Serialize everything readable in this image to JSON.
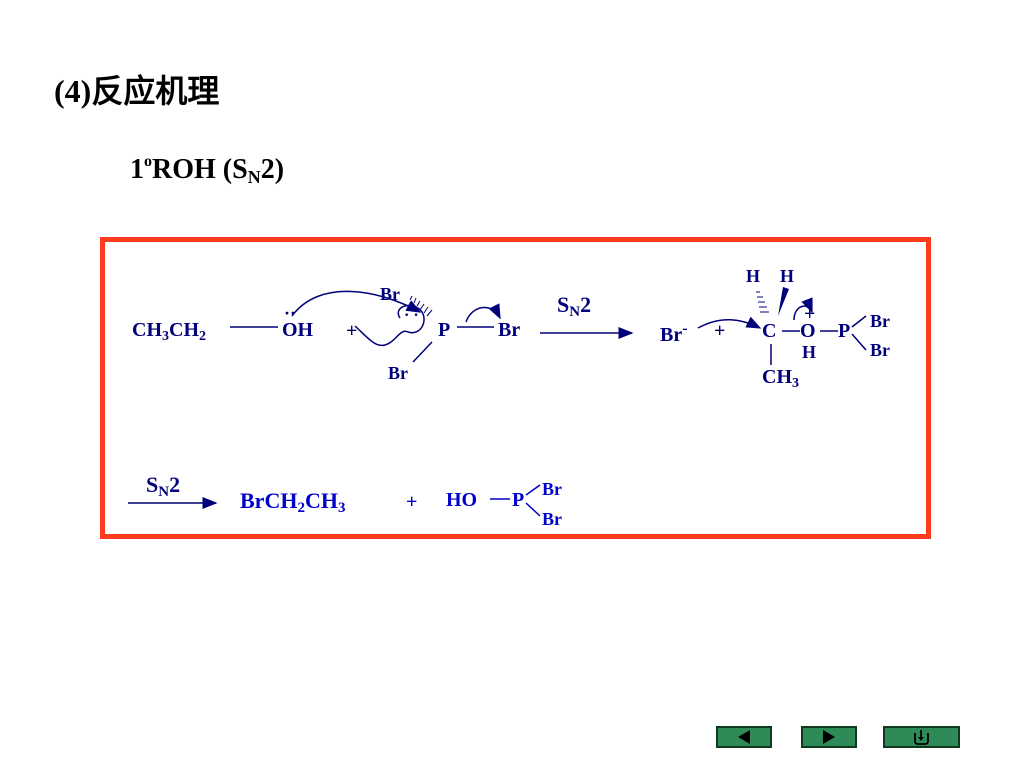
{
  "heading": {
    "number": "(4)",
    "text": "反应机理"
  },
  "subheading": {
    "prefix": "1",
    "sup": "o",
    "main": "ROH (S",
    "sub": "N",
    "end": "2)"
  },
  "reaction1": {
    "reactant_ch3": "CH",
    "reactant_3": "3",
    "reactant_ch": "CH",
    "reactant_2": "2",
    "oh": "OH",
    "lone_pair_dots": "··",
    "plus1": "+",
    "p": "P",
    "br_top": "Br",
    "br_bottom": "Br",
    "br_right": "Br",
    "arrow_s": "S",
    "arrow_n": "N",
    "arrow_2": "2",
    "br_anion": "Br",
    "minus": "-",
    "plus2": "+",
    "h1": "H",
    "h2": "H",
    "c": "C",
    "o": "O",
    "o_charge": "+",
    "p2": "P",
    "br_p1": "Br",
    "br_p2": "Br",
    "h_o": "H",
    "ch3_c": "CH",
    "ch3_3": "3"
  },
  "reaction2": {
    "arrow_s": "S",
    "arrow_n": "N",
    "arrow_2": "2",
    "product_br": "BrCH",
    "product_2": "2",
    "product_ch": "CH",
    "product_3": "3",
    "plus": "+",
    "ho": "HO",
    "p": "P",
    "br1": "Br",
    "br2": "Br"
  },
  "colors": {
    "frame": "#ff3b1f",
    "chem_text": "#00007a",
    "product_text": "#0000cc",
    "nav": "#2e8b57"
  },
  "nav": [
    "previous-icon",
    "next-icon",
    "return-icon"
  ]
}
